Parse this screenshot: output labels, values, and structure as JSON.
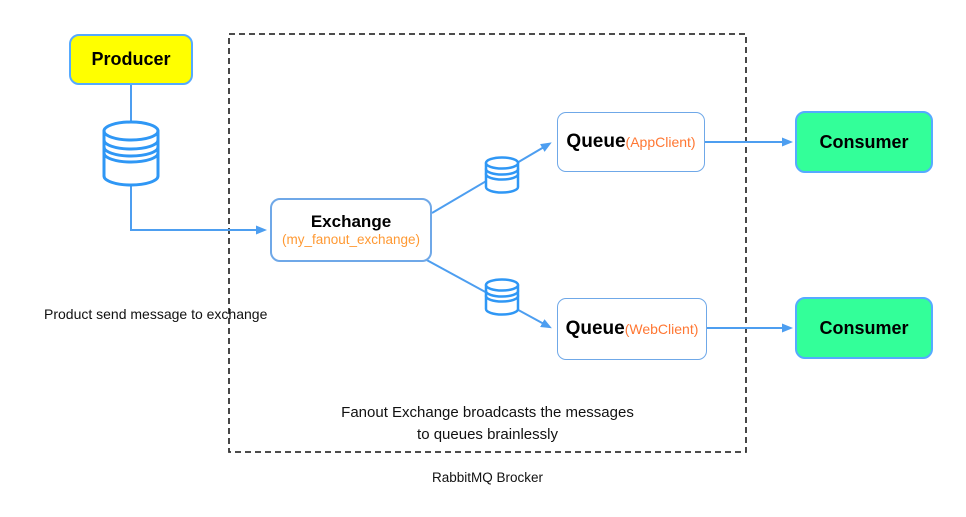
{
  "diagram": {
    "broker_label": "RabbitMQ Brocker",
    "producer": {
      "label": "Producer"
    },
    "exchange": {
      "label": "Exchange",
      "name": "(my_fanout_exchange)"
    },
    "queue_app": {
      "label": "Queue",
      "client": "(AppClient)"
    },
    "queue_web": {
      "label": "Queue",
      "client": "(WebClient)"
    },
    "consumer_app": {
      "label": "Consumer"
    },
    "consumer_web": {
      "label": "Consumer"
    },
    "notes": {
      "producer_note": "Product send message to exchange",
      "fanout_line1": "Fanout Exchange broadcasts the messages",
      "fanout_line2": "to queues brainlessly"
    },
    "edges": [
      {
        "from": "producer",
        "to": "exchange"
      },
      {
        "from": "exchange",
        "to": "queue_app"
      },
      {
        "from": "exchange",
        "to": "queue_web"
      },
      {
        "from": "queue_app",
        "to": "consumer_app"
      },
      {
        "from": "queue_web",
        "to": "consumer_web"
      }
    ],
    "icons": {
      "producer_buffer": "database-cylinder-icon",
      "queue_app_buffer": "database-cylinder-icon",
      "queue_web_buffer": "database-cylinder-icon"
    },
    "colors": {
      "producer_fill": "#FFFF00",
      "consumer_fill": "#33FF99",
      "node_border_blue": "#55AAFF",
      "box_border_blue": "#6FA8E8",
      "arrow_blue": "#4D9EF0",
      "cylinder_blue": "#2F97F5",
      "exchange_name_orange": "#FF9933",
      "queue_client_orange": "#FF7733",
      "dashed_border": "#333333"
    }
  }
}
